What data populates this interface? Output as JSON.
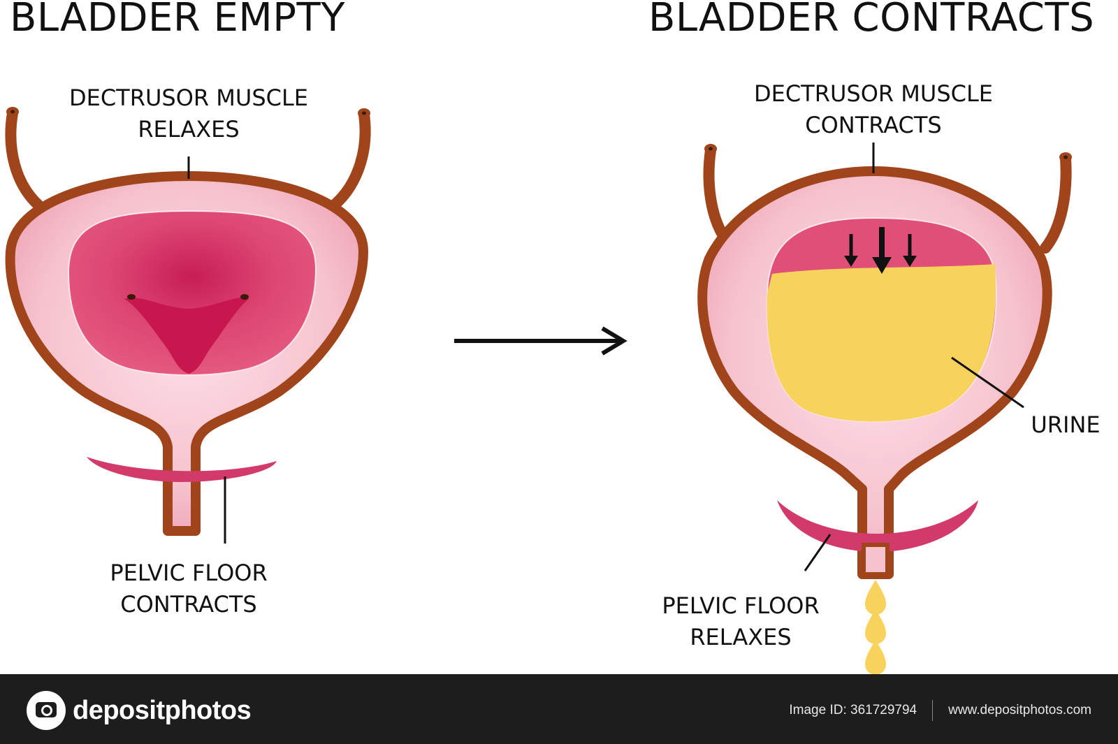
{
  "left_panel": {
    "title": "BLADDER EMPTY",
    "top_label": [
      "DECTRUSOR MUSCLE",
      "RELAXES"
    ],
    "bottom_label": [
      "PELVIC FLOOR",
      "CONTRACTS"
    ]
  },
  "right_panel": {
    "title": "BLADDER CONTRACTS",
    "top_label": [
      "DECTRUSOR MUSCLE",
      "CONTRACTS"
    ],
    "urine_label": "URINE",
    "bottom_label": [
      "PELVIC FLOOR",
      "RELAXES"
    ]
  },
  "colors": {
    "muscle_brown": "#a0451b",
    "wall_pink": "#f4bcc8",
    "inner_pink": "#e04f78",
    "trigone": "#c8164f",
    "pelvic_floor": "#d23a6a",
    "urine_yellow": "#f7d35e",
    "arrow": "#111111",
    "footer_bg": "#1d1d1d"
  },
  "footer": {
    "logo_text": "depositphotos",
    "image_id": "Image ID: 361729794",
    "url": "www.depositphotos.com"
  }
}
